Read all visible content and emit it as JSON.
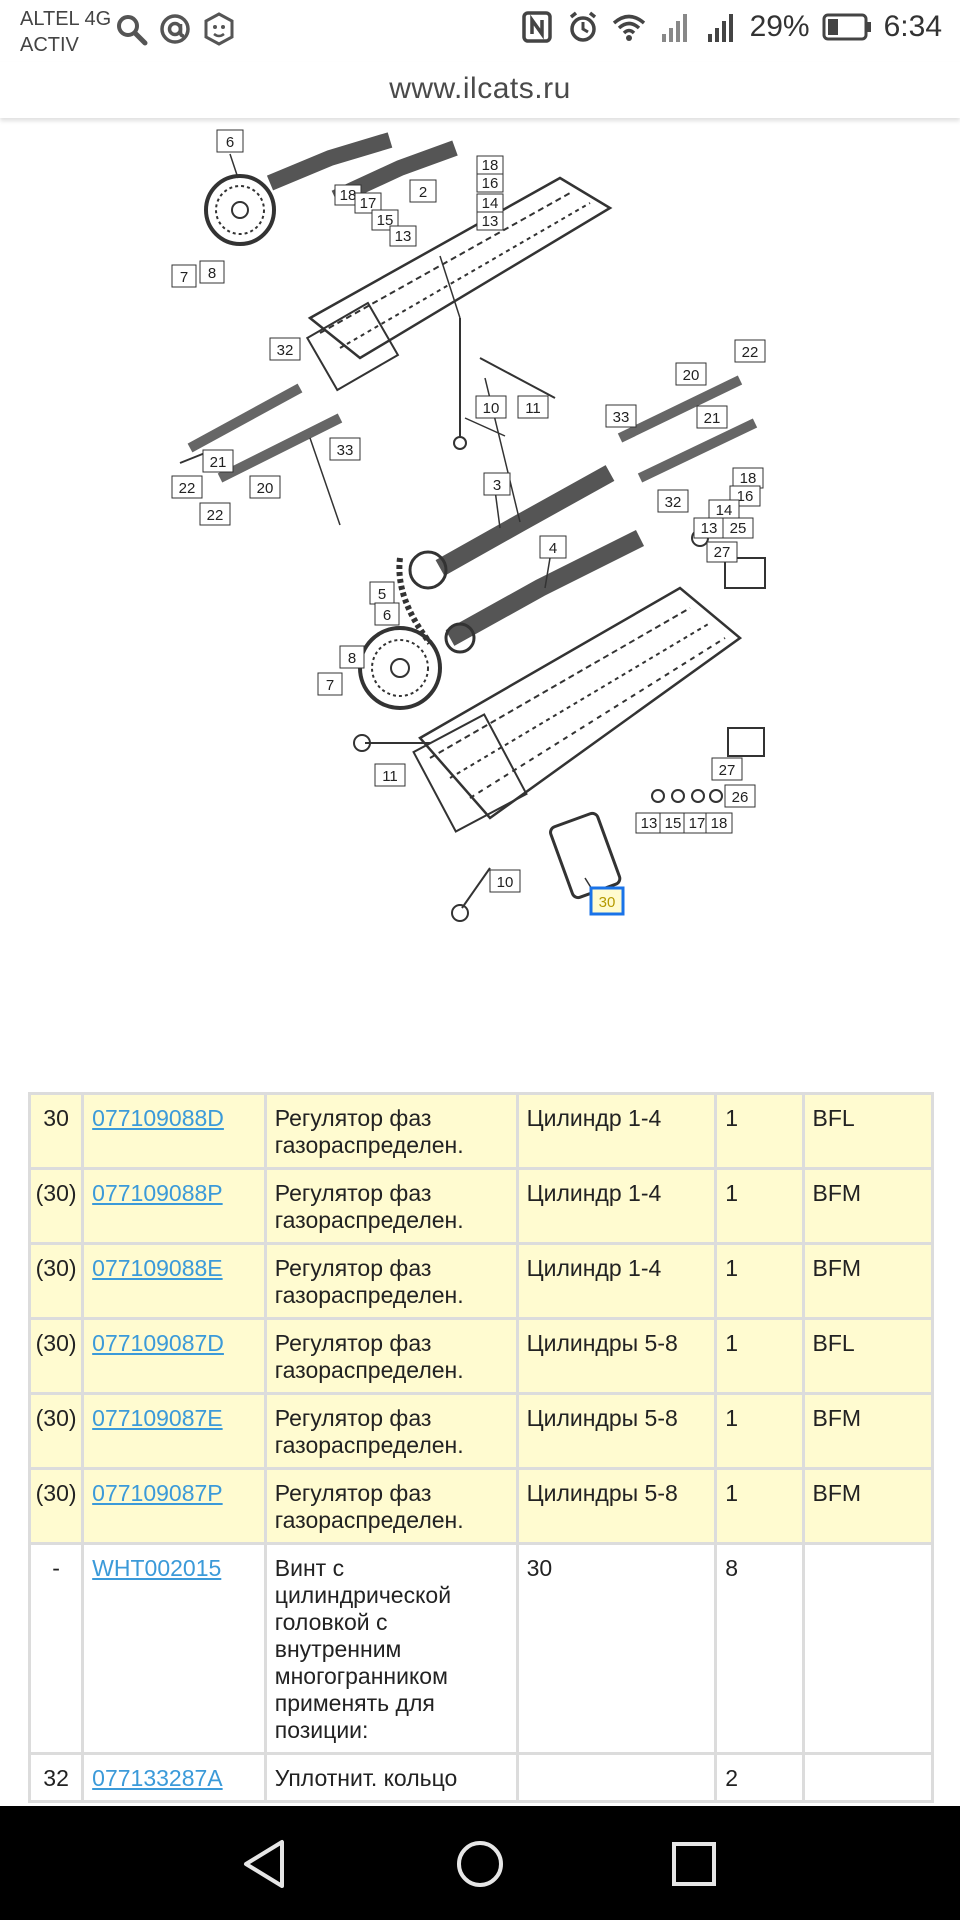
{
  "status_bar": {
    "carrier_line1": "ALTEL 4G",
    "carrier_line2": "ACTIV",
    "battery": "29%",
    "time": "6:34",
    "icons_left": [
      "search-icon",
      "at-icon",
      "lion-icon"
    ],
    "icons_right": [
      "nfc-icon",
      "alarm-icon",
      "wifi-icon",
      "signal-icon",
      "signal-icon",
      "battery-icon"
    ]
  },
  "browser": {
    "url": "www.ilcats.ru"
  },
  "diagram": {
    "callouts": [
      "6",
      "18",
      "16",
      "2",
      "18",
      "17",
      "14",
      "15",
      "13",
      "13",
      "7",
      "8",
      "32",
      "10",
      "11",
      "33",
      "20",
      "22",
      "21",
      "22",
      "20",
      "22",
      "33",
      "21",
      "18",
      "16",
      "32",
      "14",
      "13",
      "25",
      "3",
      "4",
      "27",
      "5",
      "6",
      "8",
      "7",
      "11",
      "27",
      "26",
      "13",
      "15",
      "17",
      "18",
      "10",
      "30"
    ],
    "selected": "30"
  },
  "parts_table": {
    "rows": [
      {
        "pos": "30",
        "part": "077109088D",
        "name": "Регулятор фаз газораспределен.",
        "note": "Цилиндр 1-4",
        "qty": "1",
        "model": "BFL",
        "highlight": true
      },
      {
        "pos": "(30)",
        "part": "077109088P",
        "name": "Регулятор фаз газораспределен.",
        "note": "Цилиндр 1-4",
        "qty": "1",
        "model": "BFM",
        "highlight": true
      },
      {
        "pos": "(30)",
        "part": "077109088E",
        "name": "Регулятор фаз газораспределен.",
        "note": "Цилиндр 1-4",
        "qty": "1",
        "model": "BFM",
        "highlight": true
      },
      {
        "pos": "(30)",
        "part": "077109087D",
        "name": "Регулятор фаз газораспределен.",
        "note": "Цилиндры 5-8",
        "qty": "1",
        "model": "BFL",
        "highlight": true
      },
      {
        "pos": "(30)",
        "part": "077109087E",
        "name": "Регулятор фаз газораспределен.",
        "note": "Цилиндры 5-8",
        "qty": "1",
        "model": "BFM",
        "highlight": true
      },
      {
        "pos": "(30)",
        "part": "077109087P",
        "name": "Регулятор фаз газораспределен.",
        "note": "Цилиндры 5-8",
        "qty": "1",
        "model": "BFM",
        "highlight": true
      },
      {
        "pos": "-",
        "part": "WHT002015",
        "name": "Винт с цилиндрической головкой с внутренним многогранником применять для позиции:",
        "note": "30",
        "qty": "8",
        "model": "",
        "highlight": false
      },
      {
        "pos": "32",
        "part": "077133287A",
        "name": "Уплотнит. кольцо",
        "note": "",
        "qty": "2",
        "model": "",
        "highlight": false
      }
    ]
  },
  "nav_bar": {
    "buttons": [
      "back-icon",
      "home-icon",
      "recents-icon"
    ]
  }
}
